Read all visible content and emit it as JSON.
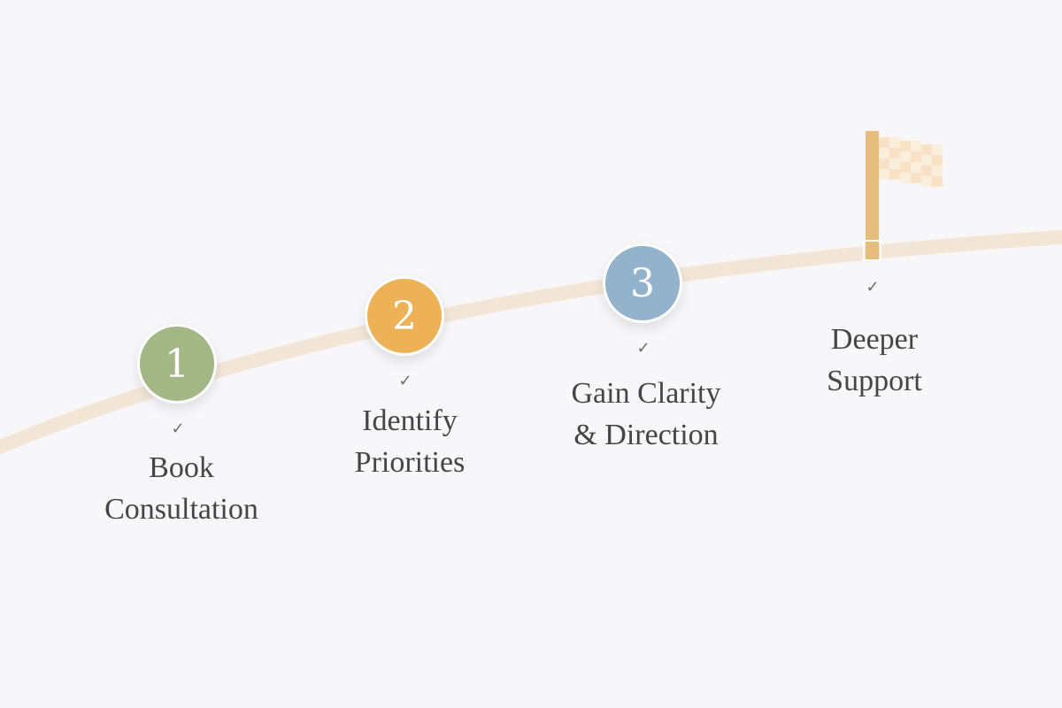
{
  "steps": [
    {
      "number": "1",
      "label_line1": "Book",
      "label_line2": "Consultation",
      "color": "#a3b886"
    },
    {
      "number": "2",
      "label_line1": "Identify",
      "label_line2": "Priorities",
      "color": "#edb258"
    },
    {
      "number": "3",
      "label_line1": "Gain Clarity",
      "label_line2": "& Direction",
      "color": "#93b3cc"
    }
  ],
  "goal": {
    "label_line1": "Deeper",
    "label_line2": "Support",
    "icon": "checkered-flag-icon"
  },
  "check_glyph": "✓"
}
